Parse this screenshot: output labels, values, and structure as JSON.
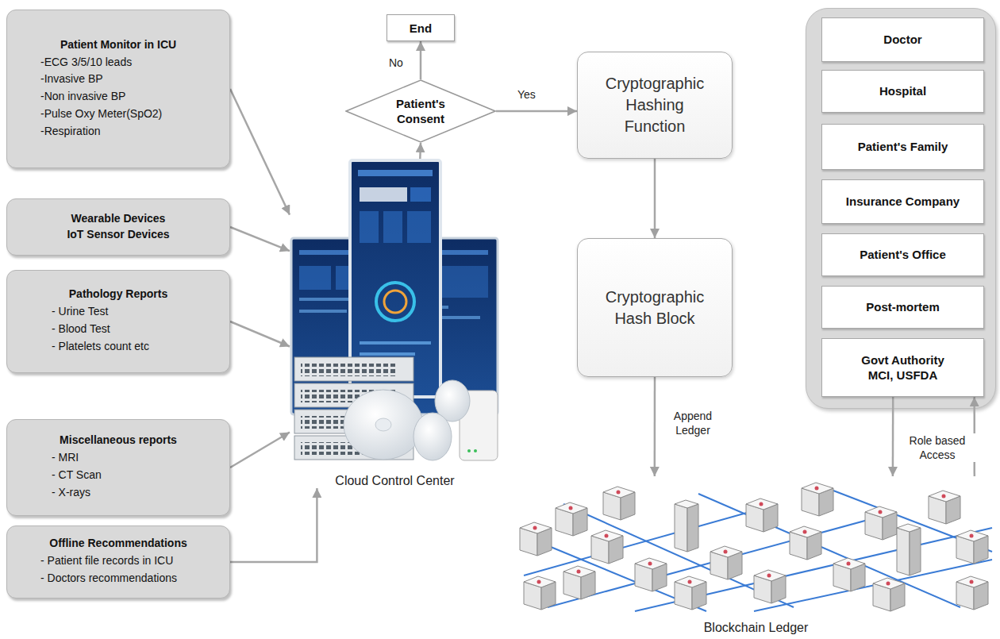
{
  "diagram": {
    "nodes": [
      {
        "text": [
          "Patient Monitor in ICU",
          "-ECG 3/5/10 leads",
          "-Invasive BP",
          "-Non invasive BP",
          "-Pulse Oxy Meter(SpO2)",
          "-Respiration"
        ]
      },
      {
        "text": [
          "Wearable Devices",
          "IoT Sensor Devices"
        ]
      },
      {
        "text": [
          "Pathology Reports",
          "- Urine Test",
          "- Blood Test",
          "- Platelets count etc"
        ]
      },
      {
        "text": [
          "Miscellaneous reports",
          "- MRI",
          "- CT Scan",
          "- X-rays"
        ]
      },
      {
        "text": [
          "Offline Recommendations",
          "- Patient file records in ICU",
          "- Doctors recommendations"
        ]
      },
      {
        "text": [
          "Cloud Control Center"
        ]
      },
      {
        "text": [
          "End"
        ]
      },
      {
        "text": [
          "Patient's Consent"
        ]
      },
      {
        "text": [
          "Cryptographic Hashing Function"
        ]
      },
      {
        "text": [
          "Cryptographic Hash Block"
        ]
      },
      {
        "text": [
          "Blockchain Ledger"
        ]
      },
      {
        "text": [
          "Doctor"
        ]
      },
      {
        "text": [
          "Hospital"
        ]
      },
      {
        "text": [
          "Patient's Family"
        ]
      },
      {
        "text": [
          "Insurance Company"
        ]
      },
      {
        "text": [
          "Patient's Office"
        ]
      },
      {
        "text": [
          "Post-mortem"
        ]
      },
      {
        "text": [
          "Govt Authority",
          "MCI, USFDA"
        ]
      }
    ],
    "edges": [
      {
        "from": 0,
        "to": 5,
        "arrow": "to"
      },
      {
        "from": 1,
        "to": 5,
        "arrow": "to"
      },
      {
        "from": 2,
        "to": 5,
        "arrow": "to"
      },
      {
        "from": 3,
        "to": 5,
        "arrow": "to"
      },
      {
        "from": 4,
        "to": 5,
        "arrow": "to"
      },
      {
        "from": 5,
        "to": 7,
        "arrow": "to"
      },
      {
        "from": 7,
        "to": 6,
        "label": "No",
        "arrow": "to"
      },
      {
        "from": 7,
        "to": 8,
        "label": "Yes",
        "arrow": "to"
      },
      {
        "from": 8,
        "to": 9,
        "arrow": "to"
      },
      {
        "from": 9,
        "to": 10,
        "label": "Append Ledger",
        "arrow": "to"
      },
      {
        "from": 17,
        "to": 10,
        "arrow": "to"
      },
      {
        "from": 10,
        "to": 17,
        "arrow": "to"
      }
    ],
    "labels": [
      "Role based Access"
    ]
  }
}
